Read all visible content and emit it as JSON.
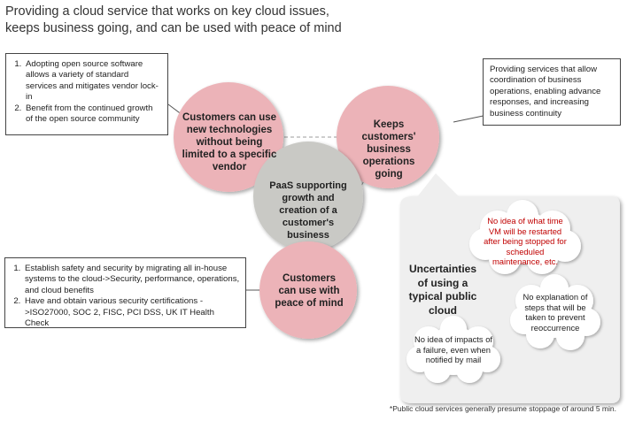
{
  "title": {
    "line1": "Providing a cloud service that works on key cloud issues,",
    "line2": "keeps business going, and can be used with peace of mind"
  },
  "box_open_source": {
    "items": [
      "Adopting open source software allows a variety of standard services and mitigates vendor lock-in",
      "Benefit from the continued growth of the open source community"
    ]
  },
  "box_business": {
    "text": "Providing services that allow coordination of business operations, enabling advance responses, and increasing business continuity"
  },
  "box_security": {
    "items": [
      "Establish safety and security by migrating all in-house systems to the cloud->Security, performance, operations, and cloud benefits",
      "Have and obtain various security certifications ->ISO27000, SOC 2, FISC, PCI DSS, UK IT Health Check"
    ]
  },
  "circles": {
    "new_tech": "Customers can use new technologies without being limited to a specific vendor",
    "business_ops": "Keeps customers' business operations going",
    "center": "PaaS supporting growth and creation of a customer's business",
    "peace": "Customers can use with peace of mind"
  },
  "uncertainties": {
    "heading": "Uncertainties of using a typical public cloud",
    "restart": "No idea of what time VM will be restarted after being stopped for scheduled maintenance, etc.",
    "explanation": "No explanation of steps that will be taken to prevent reoccurrence",
    "impacts": "No idea of impacts of a failure, even when notified by mail"
  },
  "footnote": "*Public cloud services generally presume stoppage of around 5 min.",
  "colors": {
    "pink": "#ecb3b8",
    "gray": "#c9c9c5",
    "panel": "#efefef",
    "red_text": "#c00000"
  }
}
